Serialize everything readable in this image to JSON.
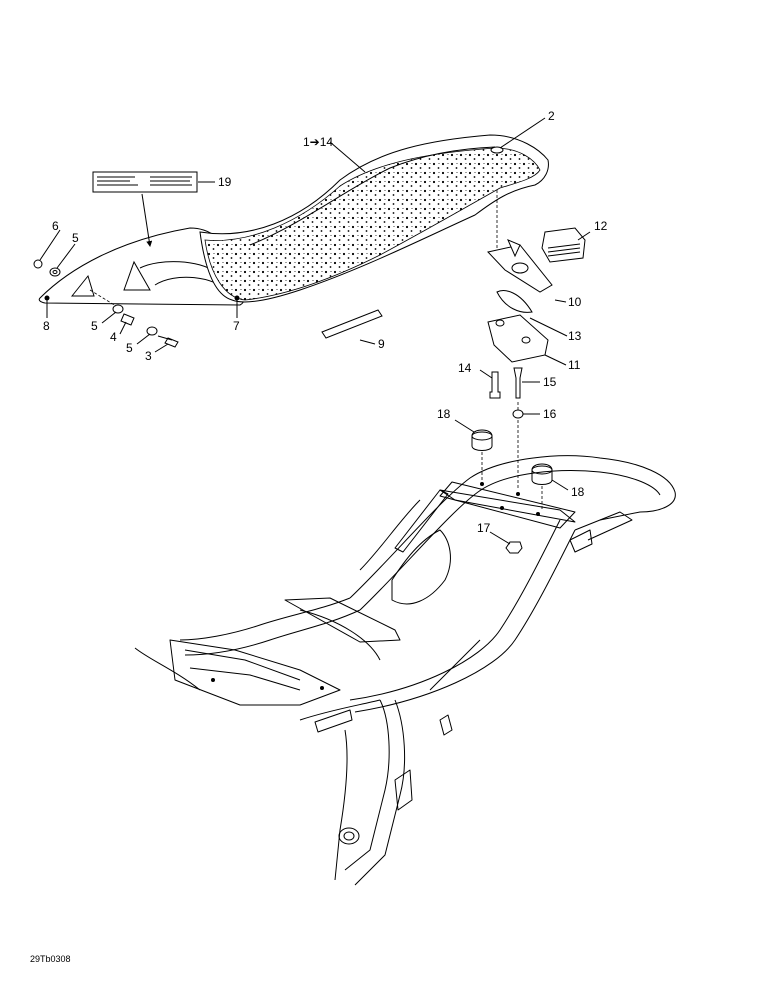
{
  "callouts": {
    "c_1_14": "1➔14",
    "c_2": "2",
    "c_3": "3",
    "c_4": "4",
    "c_5a": "5",
    "c_5b": "5",
    "c_5c": "5",
    "c_6": "6",
    "c_7": "7",
    "c_8": "8",
    "c_9": "9",
    "c_10": "10",
    "c_11": "11",
    "c_12": "12",
    "c_13": "13",
    "c_14": "14",
    "c_15": "15",
    "c_16": "16",
    "c_17": "17",
    "c_18a": "18",
    "c_18b": "18",
    "c_19": "19"
  },
  "figure_code": "29Tb0308"
}
